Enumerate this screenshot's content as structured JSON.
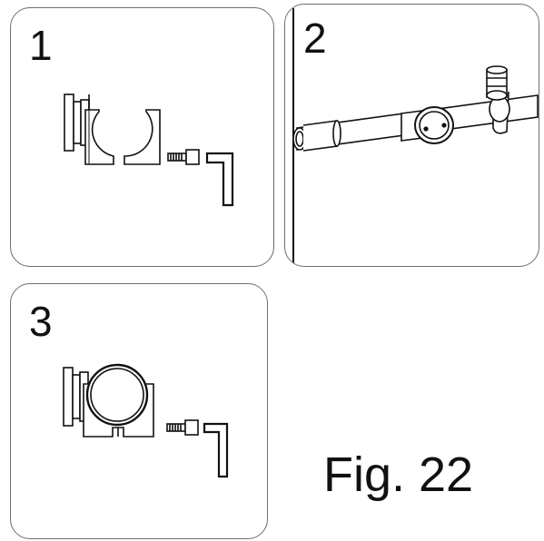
{
  "panels": [
    {
      "number": "1"
    },
    {
      "number": "2"
    },
    {
      "number": "3"
    }
  ],
  "caption": "Fig. 22"
}
